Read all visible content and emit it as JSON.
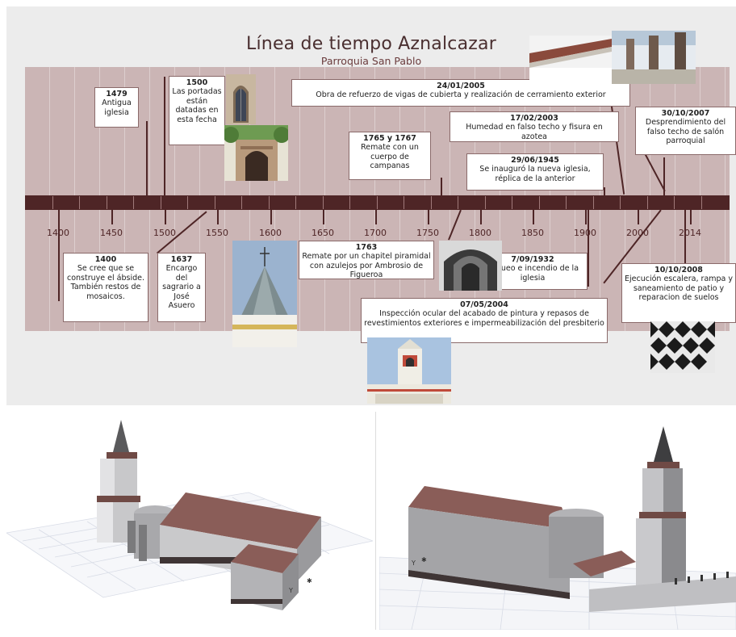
{
  "header": {
    "title": "Línea de tiempo Aznalcazar",
    "subtitle": "Parroquia San Pablo"
  },
  "timeline": {
    "years": [
      "1400",
      "1450",
      "1500",
      "1550",
      "1600",
      "1650",
      "1700",
      "1750",
      "1800",
      "1850",
      "1900",
      "2000",
      "2014"
    ]
  },
  "events": {
    "e1400": {
      "date": "1400",
      "text": "Se cree que se construye el ábside. También restos de mosaicos."
    },
    "e1479": {
      "date": "1479",
      "text": "Antigua iglesia"
    },
    "e1500": {
      "date": "1500",
      "text": "Las portadas están datadas en esta fecha"
    },
    "e1637": {
      "date": "1637",
      "text": "Encargo del sagrario a José Asuero"
    },
    "e1763": {
      "date": "1763",
      "text": "Remate por un chapitel piramidal con azulejos por Ambrosio de Figueroa"
    },
    "e1765": {
      "date": "1765 y 1767",
      "text": "Remate con un cuerpo de campanas"
    },
    "e1932": {
      "date": "7/09/1932",
      "text": "Saqueo e incendio de la iglesia"
    },
    "e1945": {
      "date": "29/06/1945",
      "text": "Se inauguró la nueva iglesia, réplica de la anterior"
    },
    "e2003": {
      "date": "17/02/2003",
      "text": "Humedad en falso techo y fisura en azotea"
    },
    "e2004": {
      "date": "07/05/2004",
      "text": "Inspección ocular del acabado de pintura y repasos de revestimientos exteriores e impermeabilización del presbiterio"
    },
    "e2005": {
      "date": "24/01/2005",
      "text": "Obra de refuerzo de vigas de cubierta y realización de cerramiento exterior"
    },
    "e2007": {
      "date": "30/10/2007",
      "text": "Desprendimiento del falso techo de salón parroquial"
    },
    "e2008": {
      "date": "10/10/2008",
      "text": "Ejecución escalera, rampa y saneamiento de patio y reparacion de suelos"
    }
  },
  "colors": {
    "axis": "#4e2526",
    "band": "#cbb5b5",
    "roof": "#8a5d58",
    "wall": "#c9c9cb",
    "panel": "#ececec"
  }
}
